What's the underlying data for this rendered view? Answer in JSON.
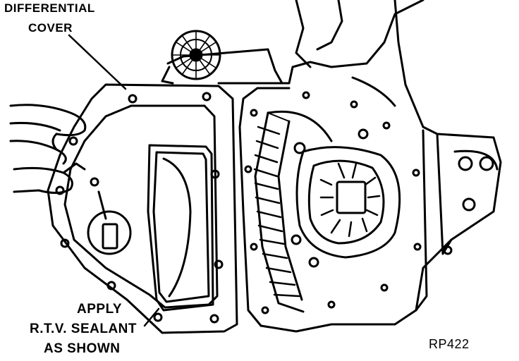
{
  "labels": {
    "differential_cover": [
      "DIFFERENTIAL",
      "COVER"
    ],
    "apply_sealant": [
      "APPLY",
      "R.T.V. SEALANT",
      "AS SHOWN"
    ],
    "figure_code": "RP422"
  },
  "icons": [
    "hand-icon",
    "wire-brush-icon",
    "ring-gear-icon",
    "differential-case-icon"
  ],
  "colors": {
    "ink": "#000000",
    "paper": "#ffffff"
  }
}
